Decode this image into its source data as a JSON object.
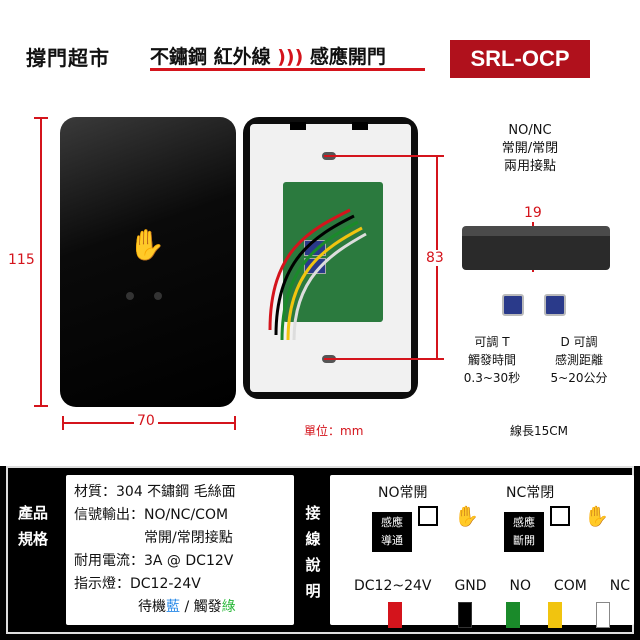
{
  "header": {
    "brand": "撐門超市",
    "title": "不鏽鋼 紅外線",
    "title2": "感應開門",
    "model": "SRL-OCP"
  },
  "dimensions": {
    "height": "115",
    "width": "70",
    "pcb_height": "83",
    "depth": "19",
    "unit_label": "單位：mm",
    "wire_length": "線長15CM"
  },
  "contact": {
    "line1": "NO/NC",
    "line2": "常開/常閉",
    "line3": "兩用接點"
  },
  "adjust": {
    "t_line1": "可調 T",
    "t_line2": "觸發時間",
    "t_line3": "0.3~30秒",
    "d_line1": "D 可調",
    "d_line2": "感測距離",
    "d_line3": "5~20公分"
  },
  "spec": {
    "side_label": "產品規格",
    "material": "材質：304 不鏽鋼 毛絲面",
    "signal1": "信號輸出：NO/NC/COM",
    "signal2": "常開/常閉接點",
    "current": "耐用電流：3A @ DC12V",
    "indicator": "指示燈：DC12-24V",
    "standby": "待機",
    "standby_color": "藍",
    "trigger": "觸發",
    "trigger_color": "綠",
    "slash": "/"
  },
  "wiring": {
    "side_label": "接線說明",
    "no_title": "NO常開",
    "nc_title": "NC常閉",
    "sense": "感應",
    "conduct": "導通",
    "sense2": "感應",
    "cutoff": "斷開",
    "wires": [
      {
        "label": "DC12~24V",
        "color": "#d4141c"
      },
      {
        "label": "GND",
        "color": "#000000"
      },
      {
        "label": "NO",
        "color": "#1a8a2a"
      },
      {
        "label": "COM",
        "color": "#f1c40f"
      },
      {
        "label": "NC",
        "color": "#ffffff"
      }
    ]
  },
  "colors": {
    "accent": "#d4141c",
    "blue_led": "#2a8ae8",
    "green": "#2ab83a"
  }
}
